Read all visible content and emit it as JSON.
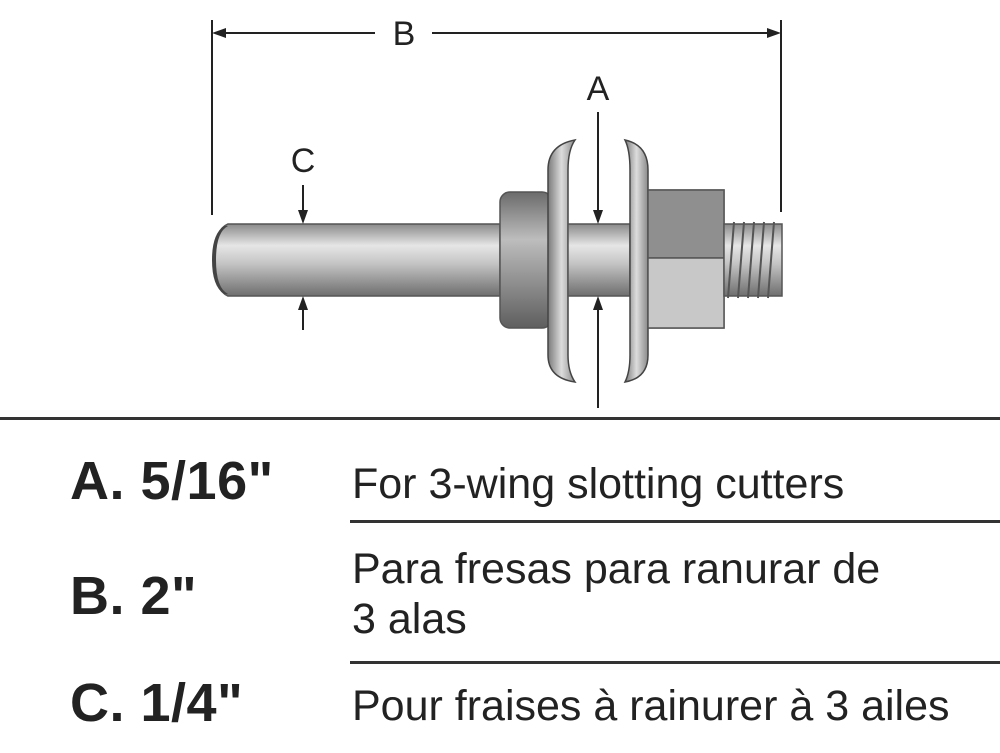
{
  "diagram": {
    "label_a": "A",
    "label_b": "B",
    "label_c": "C"
  },
  "specs": [
    {
      "key": "A. 5/16\"",
      "text": "For 3-wing slotting cutters"
    },
    {
      "key": "B. 2\"",
      "text_line1": "Para fresas para ranurar de",
      "text_line2": "3 alas"
    },
    {
      "key": "C. 1/4\"",
      "text": "Pour fraises à rainurer à 3 ailes"
    }
  ]
}
